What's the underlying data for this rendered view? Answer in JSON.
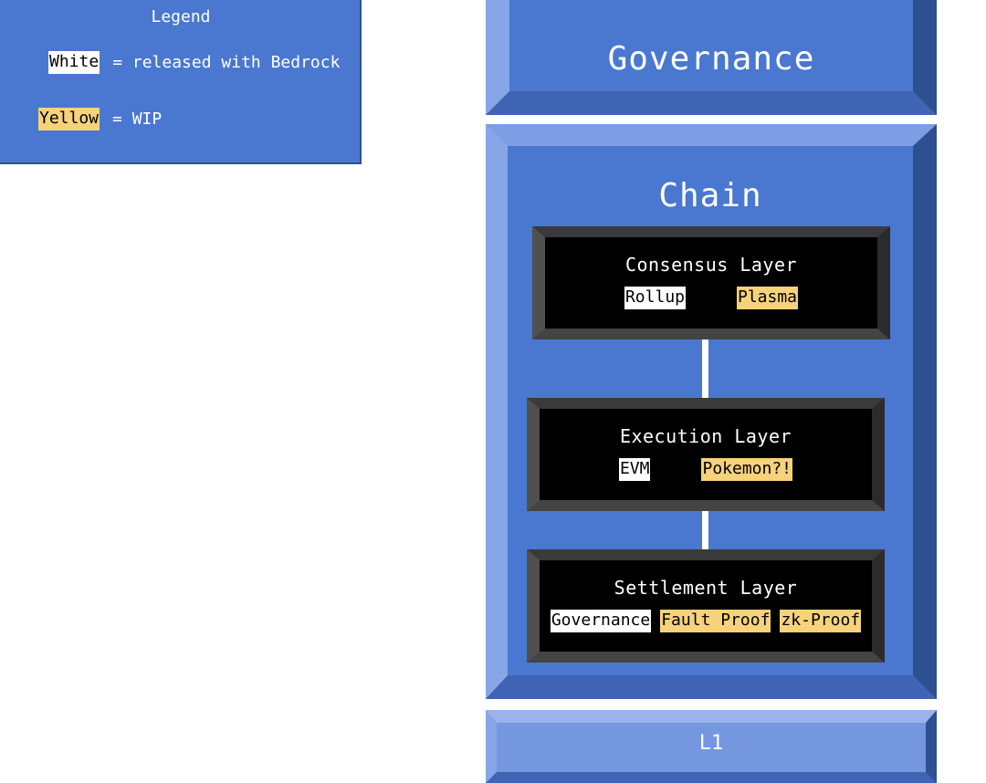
{
  "legend": {
    "title": "Legend",
    "white_tag": "White",
    "white_desc": "= released with Bedrock",
    "yellow_tag": "Yellow",
    "yellow_desc": "= WIP"
  },
  "governance": {
    "title": "Governance"
  },
  "chain": {
    "title": "Chain",
    "consensus": {
      "title": "Consensus Layer",
      "chips": [
        {
          "label": "Rollup"
        },
        {
          "label": "Plasma"
        }
      ]
    },
    "execution": {
      "title": "Execution Layer",
      "chips": [
        {
          "label": "EVM"
        },
        {
          "label": "Pokemon?!"
        }
      ]
    },
    "settlement": {
      "title": "Settlement Layer",
      "chips": [
        {
          "label": "Governance"
        },
        {
          "label": "Fault Proof"
        },
        {
          "label": "zk-Proof"
        }
      ]
    }
  },
  "l1": {
    "title": "L1"
  },
  "colors": {
    "panel": "#4a78d0",
    "released": "#ffffff",
    "wip": "#f6d27a",
    "layer": "#000000"
  }
}
